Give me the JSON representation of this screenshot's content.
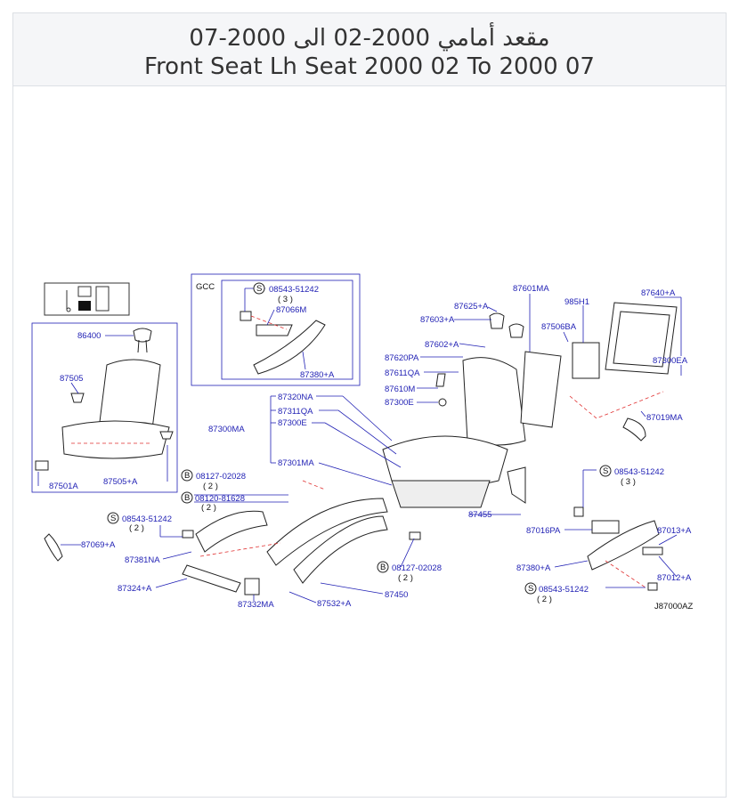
{
  "header": {
    "title_ar": "مقعد أمامي 2000-02 الى 2000-07",
    "title_en": "Front Seat Lh Seat 2000 02 To 2000 07"
  },
  "diagram": {
    "code": "J87000AZ",
    "gcc_label": "GCC",
    "labels": {
      "p86400": "86400",
      "p87505": "87505",
      "p87501A": "87501A",
      "p87505A": "87505+A",
      "p08543_a": "08543-51242",
      "q3_a": "( 3 )",
      "p87066M": "87066M",
      "p87380A_top": "87380+A",
      "p87320NA": "87320NA",
      "p87311QA": "87311QA",
      "p87300MA": "87300MA",
      "p87300E": "87300E",
      "p87301MA": "87301MA",
      "p87620PA": "87620PA",
      "p87611QA": "87611QA",
      "p87610M": "87610M",
      "p87300E2": "87300E",
      "p87603A": "87603+A",
      "p87625A": "87625+A",
      "p87602A": "87602+A",
      "p87601MA": "87601MA",
      "p985H1": "985H1",
      "p87506BA": "87506BA",
      "p87640A": "87640+A",
      "p87300EA": "87300EA",
      "p87019MA": "87019MA",
      "p08127_a": "08127-02028",
      "q2_a": "( 2 )",
      "p08120": "08120-81628",
      "q2_b": "( 2 )",
      "p08543_b": "08543-51242",
      "q2_c": "( 2 )",
      "p87069A": "87069+A",
      "p87381NA": "87381NA",
      "p87324A": "87324+A",
      "p87332MA": "87332MA",
      "p87532A": "87532+A",
      "p87450": "87450",
      "p08127_b": "08127-02028",
      "q2_d": "( 2 )",
      "p87455": "87455",
      "p08543_c": "08543-51242",
      "q3_b": "( 3 )",
      "p87016PA": "87016PA",
      "p87013A": "87013+A",
      "p87380A_bot": "87380+A",
      "p87012A": "87012+A",
      "p08543_d": "08543-51242",
      "q2_e": "( 2 )",
      "letter_s": "S",
      "letter_b": "B"
    }
  },
  "colors": {
    "label_blue": "#1f1fb4",
    "dashed_red": "#e03030",
    "header_bg": "#f5f6f8"
  }
}
